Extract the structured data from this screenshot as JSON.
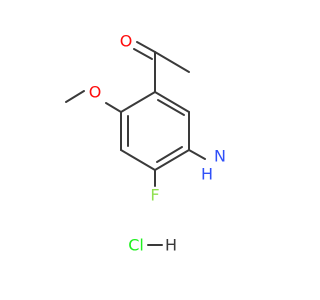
{
  "molecule": {
    "atoms": {
      "oxygen_carbonyl": "O",
      "oxygen_methoxy": "O",
      "nitrogen": "N",
      "amine_hydrogens": "H",
      "fluorine": "F",
      "chlorine": "Cl",
      "hydrogen_salt": "H"
    },
    "colors": {
      "bond": "#3a3a3a",
      "oxygen": "#ff0d0d",
      "nitrogen": "#3050f8",
      "fluorine": "#90e050",
      "chlorine": "#1ff01f",
      "salt_hydrogen": "#3a3a3a"
    }
  }
}
